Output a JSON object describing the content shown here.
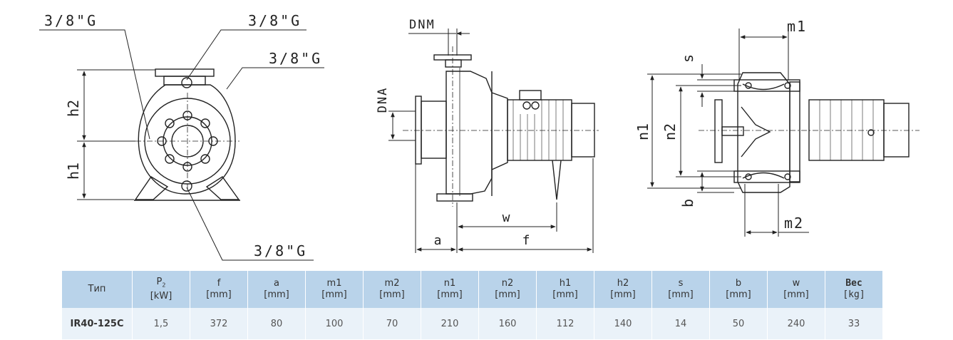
{
  "drawings": {
    "front_view": {
      "thread_top_left": "3/8\"G",
      "thread_top_right": "3/8\"G",
      "thread_right": "3/8\"G",
      "thread_bottom": "3/8\"G",
      "dim_h2": "h2",
      "dim_h1": "h1"
    },
    "side_view": {
      "dim_dnm": "DNM",
      "dim_dna": "DNA",
      "dim_w": "w",
      "dim_a": "a",
      "dim_f": "f"
    },
    "top_view": {
      "dim_m1": "m1",
      "dim_m2": "m2",
      "dim_s": "s",
      "dim_n1": "n1",
      "dim_n2": "n2",
      "dim_b": "b"
    }
  },
  "table": {
    "headers": [
      {
        "name": "Тип",
        "unit": ""
      },
      {
        "name": "P2",
        "unit": "[kW]"
      },
      {
        "name": "f",
        "unit": "[mm]"
      },
      {
        "name": "a",
        "unit": "[mm]"
      },
      {
        "name": "m1",
        "unit": "[mm]"
      },
      {
        "name": "m2",
        "unit": "[mm]"
      },
      {
        "name": "n1",
        "unit": "[mm]"
      },
      {
        "name": "n2",
        "unit": "[mm]"
      },
      {
        "name": "h1",
        "unit": "[mm]"
      },
      {
        "name": "h2",
        "unit": "[mm]"
      },
      {
        "name": "s",
        "unit": "[mm]"
      },
      {
        "name": "b",
        "unit": "[mm]"
      },
      {
        "name": "w",
        "unit": "[mm]"
      },
      {
        "name": "Вес",
        "unit": "[kg]"
      }
    ],
    "rows": [
      [
        "IR40-125C",
        "1,5",
        "372",
        "80",
        "100",
        "70",
        "210",
        "160",
        "112",
        "140",
        "14",
        "50",
        "240",
        "33"
      ]
    ]
  }
}
